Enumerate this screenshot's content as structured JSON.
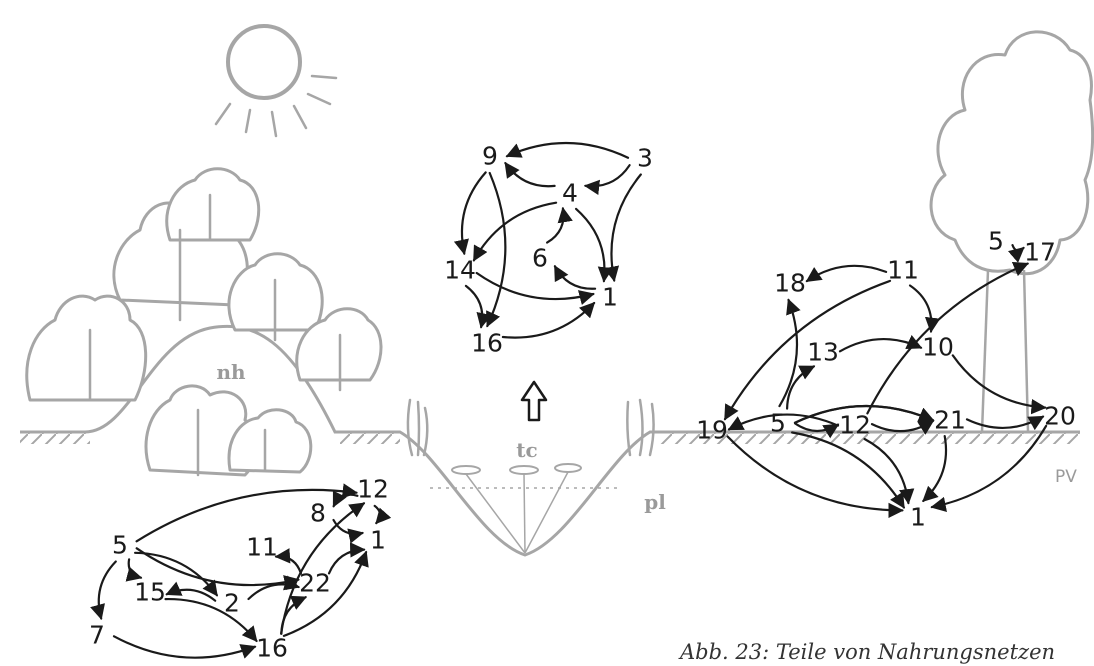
{
  "caption": "Abb. 23: Teile von Nahrungsnetzen",
  "labels": {
    "nh": "nh",
    "tc": "tc",
    "pl": "pl",
    "pv": "PV"
  },
  "webs": [
    {
      "nodes": [
        "9",
        "3",
        "4",
        "14",
        "6",
        "1",
        "16"
      ],
      "edges": [
        [
          "3",
          "9"
        ],
        [
          "3",
          "4"
        ],
        [
          "3",
          "1"
        ],
        [
          "4",
          "9"
        ],
        [
          "4",
          "14"
        ],
        [
          "4",
          "1"
        ],
        [
          "6",
          "4"
        ],
        [
          "1",
          "6"
        ],
        [
          "9",
          "14"
        ],
        [
          "9",
          "16"
        ],
        [
          "14",
          "1"
        ],
        [
          "14",
          "16"
        ],
        [
          "16",
          "1"
        ]
      ]
    },
    {
      "nodes": [
        "5",
        "15",
        "2",
        "7",
        "16",
        "22",
        "12",
        "8",
        "11",
        "1"
      ],
      "edges": [
        [
          "5",
          "15"
        ],
        [
          "5",
          "2"
        ],
        [
          "5",
          "22"
        ],
        [
          "5",
          "12"
        ],
        [
          "5",
          "7"
        ],
        [
          "15",
          "16"
        ],
        [
          "2",
          "15"
        ],
        [
          "2",
          "22"
        ],
        [
          "7",
          "16"
        ],
        [
          "16",
          "22"
        ],
        [
          "22",
          "11"
        ],
        [
          "22",
          "1"
        ],
        [
          "16",
          "1"
        ],
        [
          "16",
          "12"
        ],
        [
          "12",
          "8"
        ],
        [
          "12",
          "1"
        ],
        [
          "8",
          "1"
        ]
      ]
    },
    {
      "nodes": [
        "18",
        "11",
        "13",
        "10",
        "19",
        "5",
        "12",
        "21",
        "20",
        "1",
        "5",
        "17"
      ],
      "edges": [
        [
          "11",
          "18"
        ],
        [
          "11",
          "10"
        ],
        [
          "11",
          "19"
        ],
        [
          "13",
          "10"
        ],
        [
          "10",
          "20"
        ],
        [
          "5",
          "13"
        ],
        [
          "5",
          "18"
        ],
        [
          "5",
          "21"
        ],
        [
          "5",
          "12"
        ],
        [
          "5",
          "1"
        ],
        [
          "12",
          "21"
        ],
        [
          "12",
          "1"
        ],
        [
          "12",
          "19"
        ],
        [
          "12",
          "17"
        ],
        [
          "21",
          "20"
        ],
        [
          "21",
          "1"
        ],
        [
          "19",
          "1"
        ],
        [
          "20",
          "1"
        ],
        [
          "5",
          "17"
        ],
        [
          "5",
          "21"
        ]
      ]
    }
  ]
}
